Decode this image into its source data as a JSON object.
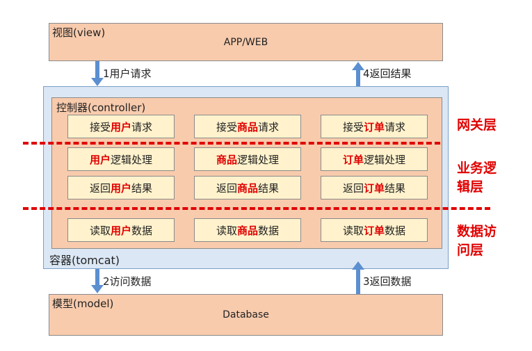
{
  "view": {
    "label": "视图(view)",
    "content": "APP/WEB"
  },
  "model": {
    "label": "模型(model)",
    "content": "Database"
  },
  "container": {
    "label": "容器(tomcat)"
  },
  "controller": {
    "label": "控制器(controller)",
    "rows": [
      [
        {
          "pre": "接受",
          "hl": "用户",
          "post": "请求"
        },
        {
          "pre": "接受",
          "hl": "商品",
          "post": "请求"
        },
        {
          "pre": "接受",
          "hl": "订单",
          "post": "请求"
        }
      ],
      [
        {
          "pre": "",
          "hl": "用户",
          "post": "逻辑处理"
        },
        {
          "pre": "",
          "hl": "商品",
          "post": "逻辑处理"
        },
        {
          "pre": "",
          "hl": "订单",
          "post": "逻辑处理"
        }
      ],
      [
        {
          "pre": "返回",
          "hl": "用户",
          "post": "结果"
        },
        {
          "pre": "返回",
          "hl": "商品",
          "post": "结果"
        },
        {
          "pre": "返回",
          "hl": "订单",
          "post": "结果"
        }
      ],
      [
        {
          "pre": "读取",
          "hl": "用户",
          "post": "数据"
        },
        {
          "pre": "读取",
          "hl": "商品",
          "post": "数据"
        },
        {
          "pre": "读取",
          "hl": "订单",
          "post": "数据"
        }
      ]
    ]
  },
  "arrows": {
    "a1": "1用户请求",
    "a2": "2访问数据",
    "a3": "3返回数据",
    "a4": "4返回结果"
  },
  "layers": {
    "gateway": [
      "网关层"
    ],
    "business": [
      "业务逻",
      "辑层"
    ],
    "data_access": [
      "数据访",
      "问层"
    ]
  },
  "colors": {
    "highlight": "#e00000",
    "salmon": "#f8cbad",
    "cell": "#fff2cc",
    "container": "#dbe7f4",
    "arrow": "#5b8fd0"
  }
}
